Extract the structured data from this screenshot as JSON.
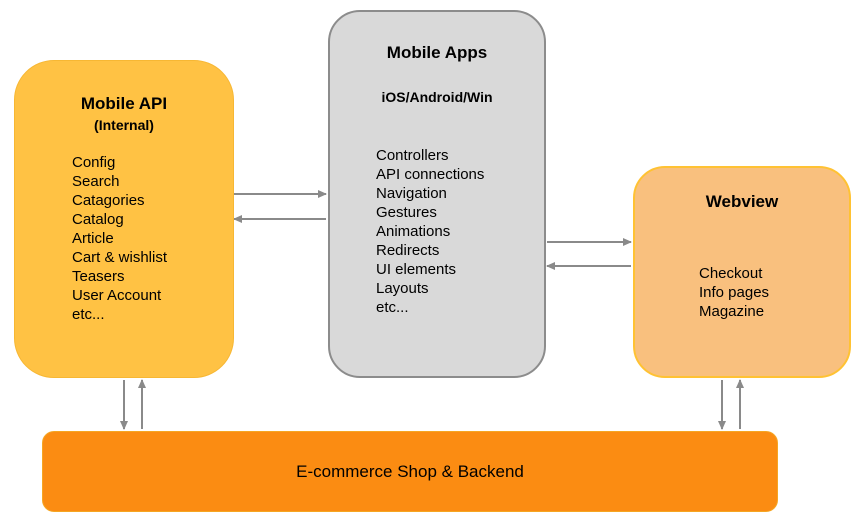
{
  "mobile_api": {
    "title": "Mobile API",
    "subtitle": "(Internal)",
    "items": [
      "Config",
      "Search",
      "Catagories",
      "Catalog",
      "Article",
      "Cart & wishlist",
      "Teasers",
      "User Account",
      "etc..."
    ],
    "fill": "#ffc244"
  },
  "mobile_apps": {
    "title": "Mobile Apps",
    "subtitle": "iOS/Android/Win",
    "items": [
      "Controllers",
      "API connections",
      "Navigation",
      "Gestures",
      "Animations",
      "Redirects",
      "UI elements",
      "Layouts",
      "etc..."
    ],
    "fill": "#d9d9d9"
  },
  "webview": {
    "title": "Webview",
    "items": [
      "Checkout",
      "Info pages",
      "Magazine"
    ],
    "fill": "#f9c07e"
  },
  "backend": {
    "label": "E-commerce Shop & Backend",
    "fill": "#fb8c12"
  },
  "arrow_color": "#8a8a8a"
}
